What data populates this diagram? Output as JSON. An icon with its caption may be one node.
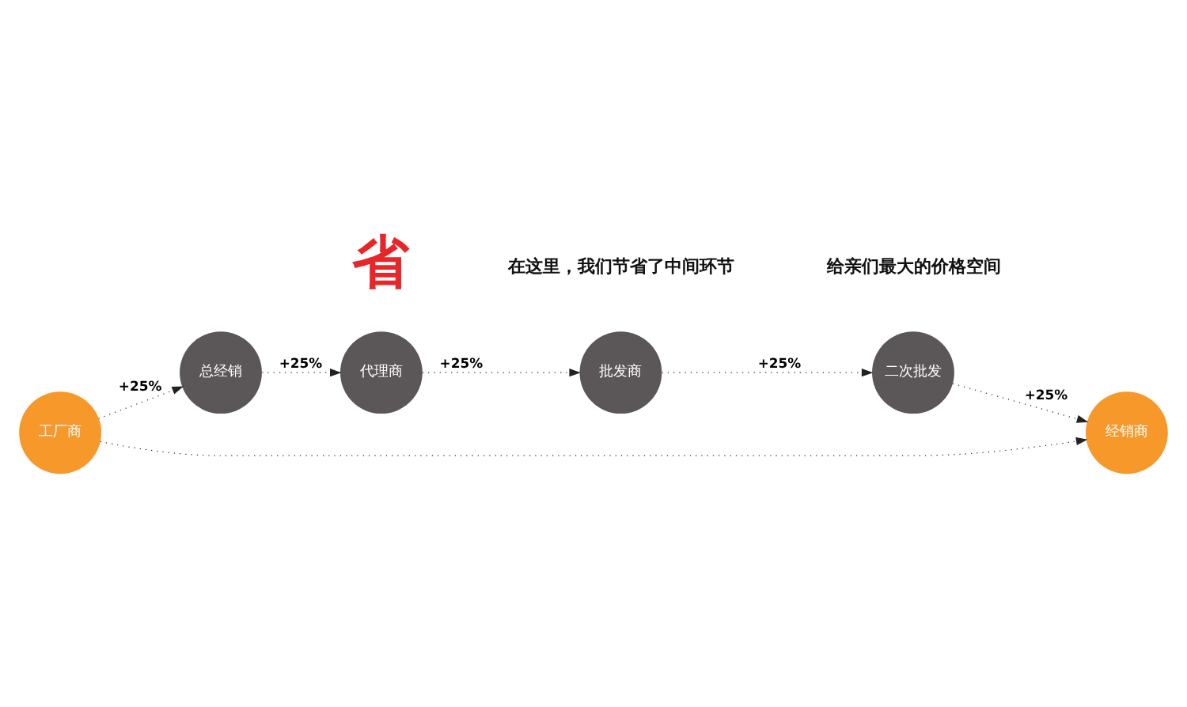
{
  "diagram": {
    "nodes": [
      {
        "text": [
          "工厂商"
        ]
      },
      {
        "text": [
          "总经销"
        ]
      },
      {
        "text": [
          "代理商"
        ]
      },
      {
        "text": [
          "批发商"
        ]
      },
      {
        "text": [
          "二次批发"
        ]
      },
      {
        "text": [
          "经销商"
        ]
      }
    ],
    "edges": [
      {
        "from": 0,
        "to": 1,
        "arrow": "to",
        "label": "+25%",
        "style": "dashed"
      },
      {
        "from": 1,
        "to": 2,
        "arrow": "to",
        "label": "+25%",
        "style": "dashed"
      },
      {
        "from": 2,
        "to": 3,
        "arrow": "to",
        "label": "+25%",
        "style": "dashed"
      },
      {
        "from": 3,
        "to": 4,
        "arrow": "to",
        "label": "+25%",
        "style": "dashed"
      },
      {
        "from": 4,
        "to": 5,
        "arrow": "to",
        "label": "+25%",
        "style": "dashed"
      },
      {
        "from": 0,
        "to": 5,
        "arrow": "to",
        "style": "dashed"
      }
    ],
    "labels": [
      "省",
      "在这里，我们节省了中间环节",
      "给亲们最大的价格空间"
    ]
  }
}
